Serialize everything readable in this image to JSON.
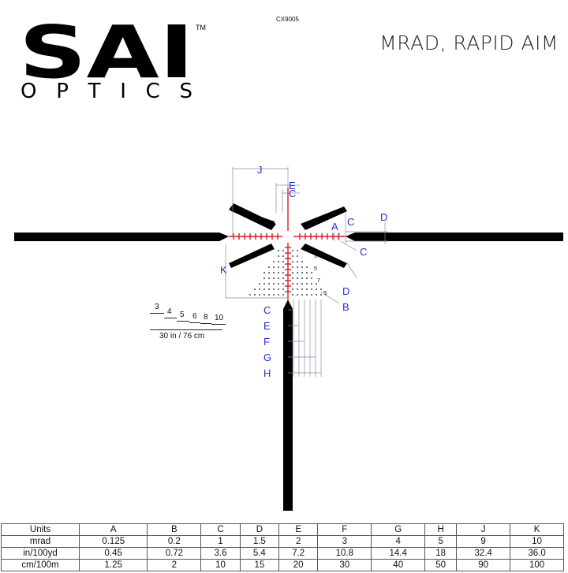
{
  "brand": {
    "name": "SAI",
    "tm": "TM",
    "sub": "OPTICS"
  },
  "code": "CX9005",
  "title": "MRAD, RAPID AIM",
  "reticle": {
    "dim_labels": [
      "A",
      "B",
      "C",
      "D",
      "E",
      "F",
      "G",
      "H",
      "J",
      "K"
    ],
    "holdover_numbers": [
      "3",
      "5",
      "7",
      "9"
    ]
  },
  "scale": {
    "numbers": [
      "3",
      "4",
      "5",
      "6",
      "8",
      "10"
    ],
    "total": "30 in / 76 cm"
  },
  "table": {
    "headers": [
      "Units",
      "A",
      "B",
      "C",
      "D",
      "E",
      "F",
      "G",
      "H",
      "J",
      "K"
    ],
    "rows": [
      [
        "mrad",
        "0.125",
        "0.2",
        "1",
        "1.5",
        "2",
        "3",
        "4",
        "5",
        "9",
        "10"
      ],
      [
        "in/100yd",
        "0.45",
        "0.72",
        "3.6",
        "5.4",
        "7.2",
        "10.8",
        "14.4",
        "18",
        "32.4",
        "36.0"
      ],
      [
        "cm/100m",
        "1.25",
        "2",
        "10",
        "15",
        "20",
        "30",
        "40",
        "50",
        "90",
        "100"
      ]
    ]
  },
  "colors": {
    "dimension": "#2030d8",
    "crosshair": "#d81c24",
    "reticle": "#000000"
  }
}
